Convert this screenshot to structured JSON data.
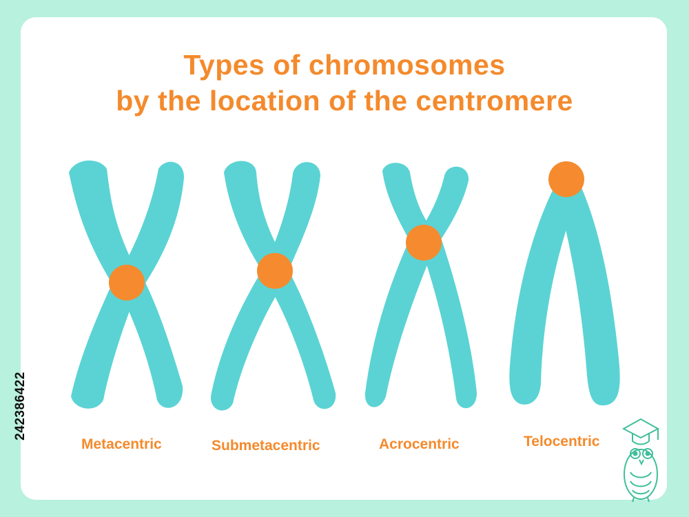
{
  "title": {
    "line1": "Types of chromosomes",
    "line2": "by the location of the centromere"
  },
  "chromosomes": [
    {
      "label": "Metacentric"
    },
    {
      "label": "Submetacentric"
    },
    {
      "label": "Acrocentric"
    },
    {
      "label": "Telocentric"
    }
  ],
  "stock_id": "242386422",
  "colors": {
    "chromatid": "#5bd3d4",
    "centromere": "#f58b2e",
    "text": "#f48a2c",
    "border": "#b8f1dd",
    "owl": "#3fbf9a"
  },
  "icons": [
    "owl-graduate-icon"
  ]
}
